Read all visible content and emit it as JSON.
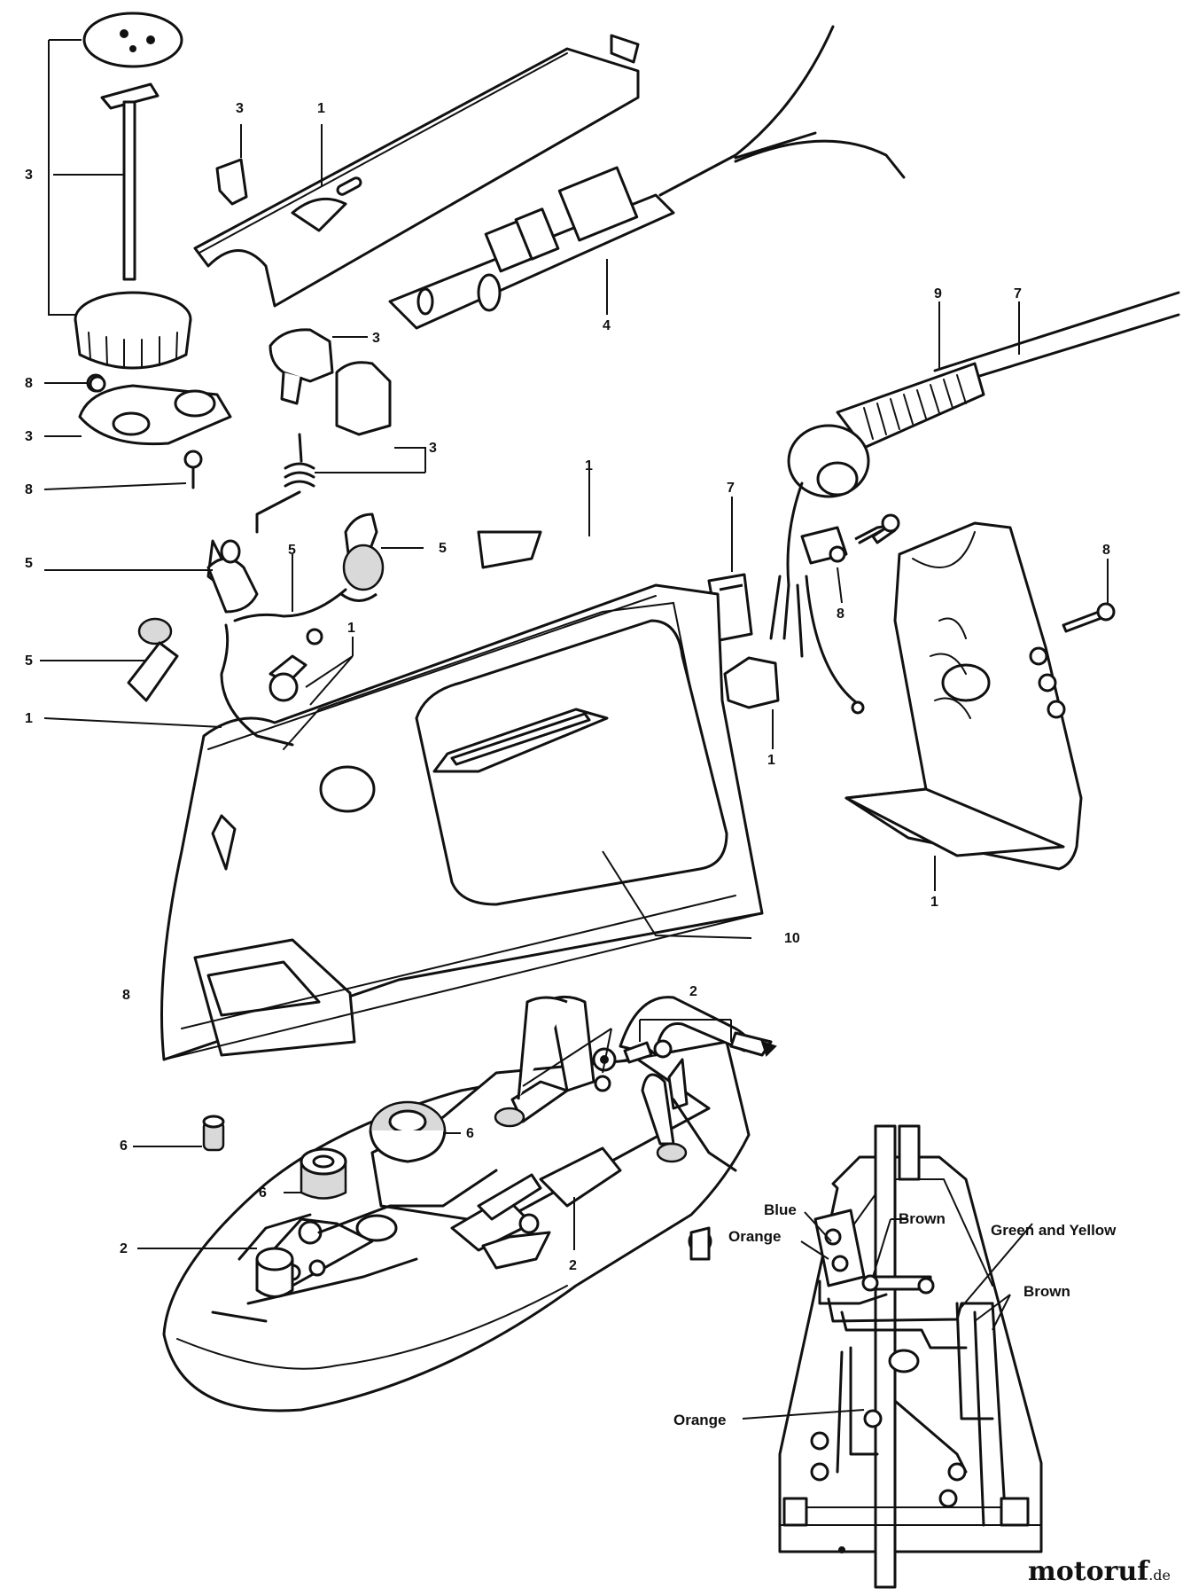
{
  "callouts": [
    {
      "id": "c-3a",
      "text": "3"
    },
    {
      "id": "c-1a",
      "text": "1"
    },
    {
      "id": "c-3b",
      "text": "3"
    },
    {
      "id": "c-3c",
      "text": "3"
    },
    {
      "id": "c-4",
      "text": "4"
    },
    {
      "id": "c-9",
      "text": "9"
    },
    {
      "id": "c-7a",
      "text": "7"
    },
    {
      "id": "c-8a",
      "text": "8"
    },
    {
      "id": "c-3d",
      "text": "3"
    },
    {
      "id": "c-3e",
      "text": "3"
    },
    {
      "id": "c-8b",
      "text": "8"
    },
    {
      "id": "c-1b",
      "text": "1"
    },
    {
      "id": "c-5a",
      "text": "5"
    },
    {
      "id": "c-5b",
      "text": "5"
    },
    {
      "id": "c-5c",
      "text": "5"
    },
    {
      "id": "c-5d",
      "text": "5"
    },
    {
      "id": "c-1c",
      "text": "1"
    },
    {
      "id": "c-1d",
      "text": "1"
    },
    {
      "id": "c-7b",
      "text": "7"
    },
    {
      "id": "c-1e",
      "text": "1"
    },
    {
      "id": "c-8c",
      "text": "8"
    },
    {
      "id": "c-8d",
      "text": "8"
    },
    {
      "id": "c-1f",
      "text": "1"
    },
    {
      "id": "c-10",
      "text": "10"
    },
    {
      "id": "c-8e",
      "text": "8"
    },
    {
      "id": "c-2a",
      "text": "2"
    },
    {
      "id": "c-6a",
      "text": "6"
    },
    {
      "id": "c-6b",
      "text": "6"
    },
    {
      "id": "c-6c",
      "text": "6"
    },
    {
      "id": "c-2b",
      "text": "2"
    },
    {
      "id": "c-2c",
      "text": "2"
    }
  ],
  "wire_labels": {
    "blue": "Blue",
    "brown_top": "Brown",
    "orange_top": "Orange",
    "green_yellow": "Green and Yellow",
    "brown_right": "Brown",
    "orange_bottom": "Orange"
  },
  "watermark": {
    "brand": "motoruf",
    "tld": ".de"
  }
}
